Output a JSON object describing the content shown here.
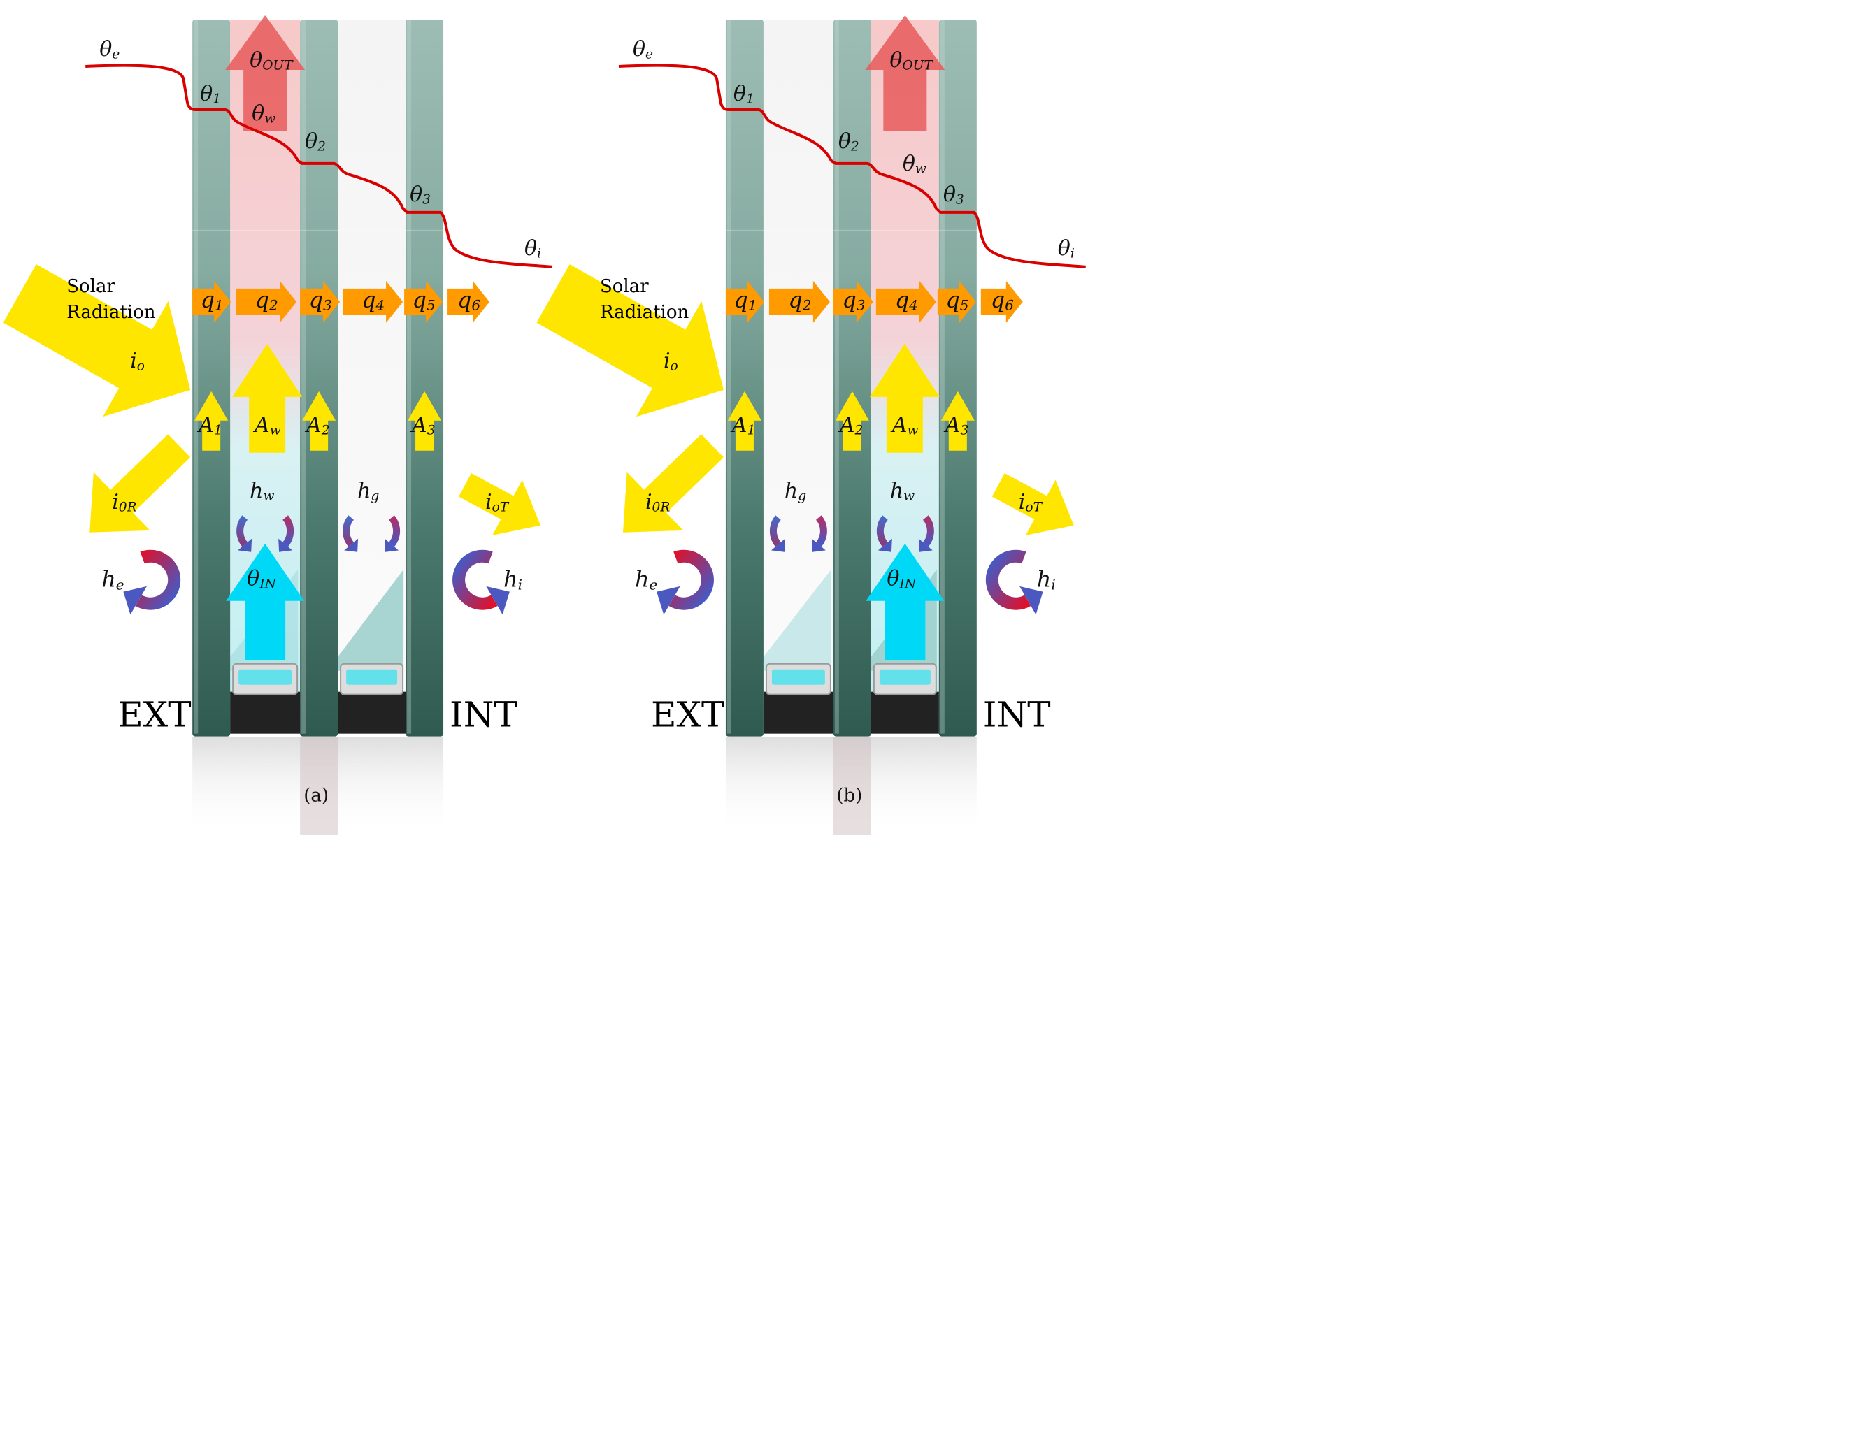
{
  "colors": {
    "glass": "#3f6b61",
    "glass_light": "#8fb3aa",
    "temperature_curve": "#d90000",
    "heat_flux": "#ff9a00",
    "solar": "#ffe600",
    "inlet_air": "#00d8f8",
    "outlet_air": "#e85a5a",
    "spacer": "#222222"
  },
  "panels": [
    {
      "caption": "(a)",
      "ext_label": "EXT",
      "int_label": "INT",
      "solar_label_line1": "Solar",
      "solar_label_line2": "Radiation",
      "theta_e": "θe",
      "theta_1": "θ1",
      "theta_2": "θ2",
      "theta_3": "θ3",
      "theta_i": "θi",
      "theta_w": "θw",
      "theta_out": "θOUT",
      "theta_in": "θIN",
      "q": [
        "q1",
        "q2",
        "q3",
        "q4",
        "q5",
        "q6"
      ],
      "A1": "A1",
      "Aw": "Aw",
      "A2": "A2",
      "A3": "A3",
      "i0": "io",
      "i0R": "i0R",
      "i0T": "ioT",
      "he": "he",
      "hi": "hi",
      "hw": "hw",
      "hg": "hg"
    },
    {
      "caption": "(b)",
      "ext_label": "EXT",
      "int_label": "INT",
      "solar_label_line1": "Solar",
      "solar_label_line2": "Radiation",
      "theta_e": "θe",
      "theta_1": "θ1",
      "theta_2": "θ2",
      "theta_3": "θ3",
      "theta_i": "θi",
      "theta_w": "θw",
      "theta_out": "θOUT",
      "theta_in": "θIN",
      "q": [
        "q1",
        "q2",
        "q3",
        "q4",
        "q5",
        "q6"
      ],
      "A1": "A1",
      "A2": "A2",
      "Aw": "Aw",
      "A3": "A3",
      "i0": "io",
      "i0R": "i0R",
      "i0T": "ioT",
      "he": "he",
      "hi": "hi",
      "hg": "hg",
      "hw": "hw"
    }
  ]
}
